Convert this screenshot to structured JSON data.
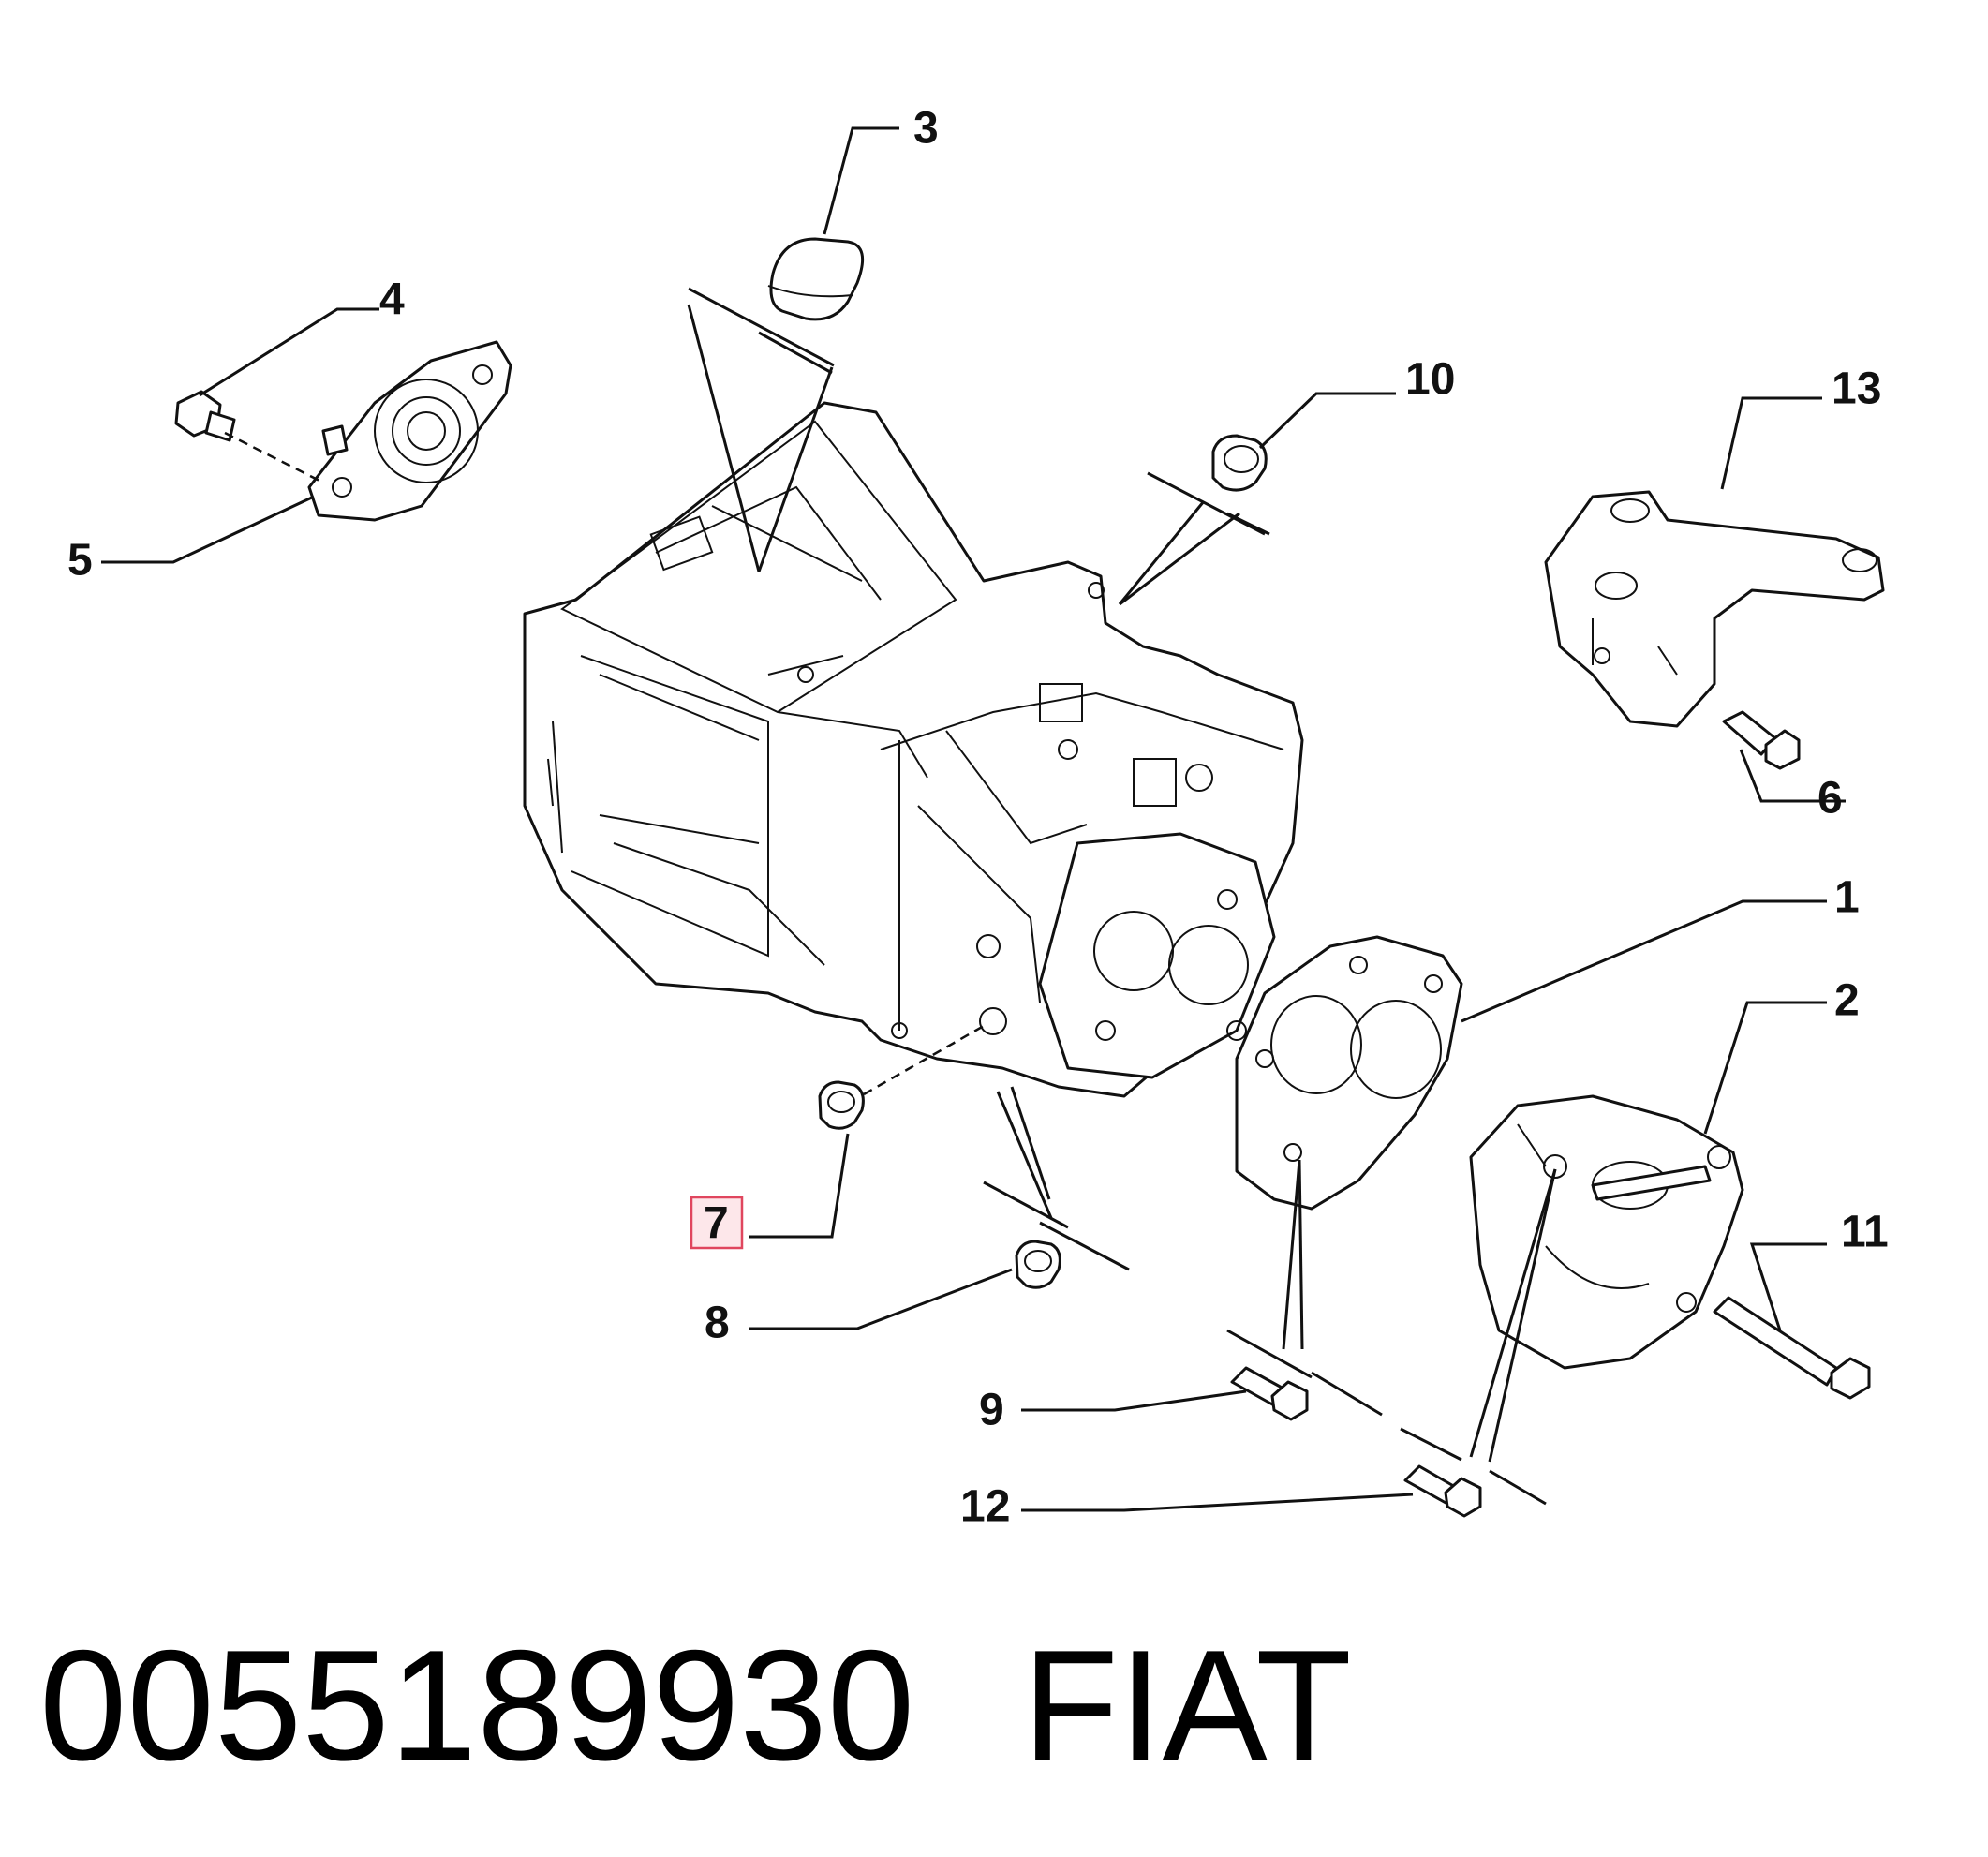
{
  "diagram": {
    "callouts": {
      "c1": "1",
      "c2": "2",
      "c3": "3",
      "c4": "4",
      "c5": "5",
      "c6": "6",
      "c7": "7",
      "c8": "8",
      "c9": "9",
      "c10": "10",
      "c11": "11",
      "c12": "12",
      "c13": "13"
    },
    "highlighted_callout": "7",
    "highlight_color": "#e0465e",
    "highlight_fill": "#fde7ea"
  },
  "footer": {
    "part_number": "0055189930",
    "brand": "FIAT"
  }
}
